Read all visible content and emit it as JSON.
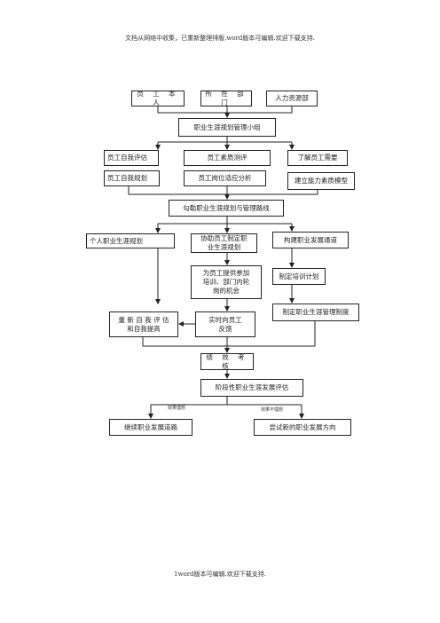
{
  "header": {
    "text": "文档从网络中收集，已重新整理排版.word版本可编辑.欢迎下载支持."
  },
  "footer": {
    "text": "1word版本可编辑.欢迎下载支持."
  },
  "diagram": {
    "nodes": {
      "staff": "员 工 本 人",
      "dept": "所 在 部 门",
      "hr": "人力资源部",
      "group": "职业生涯规划管理小组",
      "self_eval": "员工自我评估",
      "quality_test": "员工素质测评",
      "know_needs": "了解员工需要",
      "self_plan": "员工自我规划",
      "post_fit": "员工岗位适应分析",
      "build_model": "建立能力素质模型",
      "outline": "勾勒职业生涯规划与管理路线",
      "personal_plan": "个人职业生涯规划",
      "assist_plan": "协助员工制定职\n业生涯规划",
      "build_channel": "构建职业发展通道",
      "provide_chance": "为员工提供参加\n培训、部门内轮\n岗的机会",
      "training_plan": "制定培训计划",
      "mgmt_system": "制定职业生涯管理制度",
      "feedback": "实时向员工\n反馈",
      "reassess": "重 新 自 我 评 估\n和自我提高",
      "performance": "绩 效 考 核",
      "stage_eval": "阶段性职业生涯发展评估",
      "continue_path": "继续职业发展道路",
      "try_new": "尝试新的职业发展方向"
    },
    "edge_labels": {
      "ideal": "效果理想",
      "not_ideal": "效果不理想"
    }
  }
}
